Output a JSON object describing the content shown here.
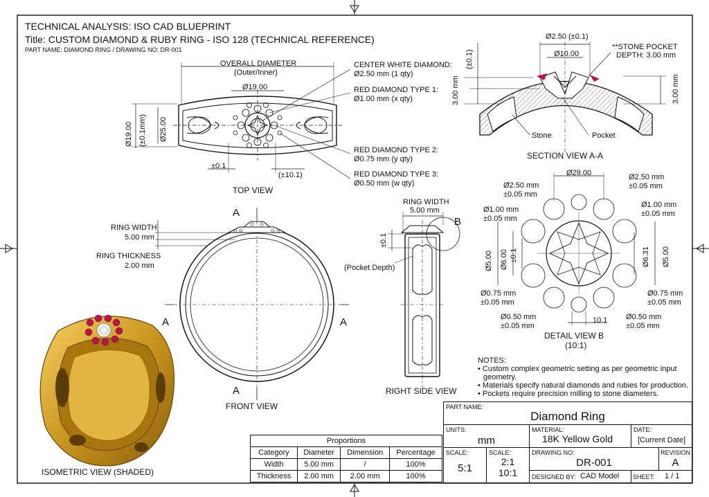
{
  "header": {
    "line1": "TECHNICAL ANALYSIS: ISO CAD BLUEPRINT",
    "line2": "Title: CUSTOM DIAMOND & RUBY RING - ISO 128 (TECHNICAL REFERENCE)",
    "line3": "PART NAME: DIAMOND RING / DRAWING NO: DR-001"
  },
  "top_view": {
    "caption": "TOP VIEW",
    "overall_diameter": "OVERALL DIAMETER",
    "outer_inner": "(Outer/Inner)",
    "dia19_top": "Ø19.00",
    "dia19_left": "Ø19.00",
    "tol_left": "(±0.1mm)",
    "dia25": "Ø25.00",
    "tol_01": "±0.1",
    "tol_101": "(±10.1)",
    "callouts": [
      {
        "line1": "CENTER WHITE DIAMOND:",
        "line2": "Ø2.50 mm (1 qty)"
      },
      {
        "line1": "RED DIAMOND TYPE 1:",
        "line2": "Ø1.00 mm (x qty)"
      },
      {
        "line1": "RED DIAMOND TYPE 2:",
        "line2": "Ø0.75 mm (y qty)"
      },
      {
        "line1": "RED DIAMOND TYPE 3:",
        "line2": "Ø0.50 mm (w qty)"
      }
    ]
  },
  "section_view": {
    "caption": "SECTION VIEW A-A",
    "dia250": "Ø2.50 (±0.1)",
    "dia10": "Ø10.00",
    "pocket_note1": "**STONE POCKET",
    "pocket_note2": "DEPTH: 3.00 mm",
    "tol_top": "(±0.1)",
    "h_left": "3.00 mm",
    "h_right": "3.00 mm",
    "stone": "Stone",
    "pocket": "Pocket"
  },
  "front_view": {
    "caption": "FRONT VIEW",
    "ring_width_label": "RING WIDTH",
    "ring_width_value": "5.00 mm",
    "ring_thickness_label": "RING THICKNESS",
    "ring_thickness_value": "2.00 mm",
    "section_letter": "A"
  },
  "side_view": {
    "caption": "RIGHT SIDE VIEW",
    "ring_width_label": "RING WIDTH",
    "ring_width_value": "5.00 mm",
    "tol": "±0.1",
    "pocket_depth": "(Pocket Depth)",
    "detail_letter": "B"
  },
  "detail_view": {
    "caption1": "DETAIL VIEW B",
    "caption2": "(10:1)",
    "dia29": "Ø29.00",
    "dims": [
      {
        "a": "Ø2.50 mm",
        "b": "±0.05 mm"
      },
      {
        "a": "Ø2.50 mm",
        "b": "±0.05 mm"
      },
      {
        "a": "Ø1.00 mm",
        "b": "±0.05 mm"
      },
      {
        "a": "Ø1.00 mm",
        "b": "±0.05 mm"
      },
      {
        "a": "Ø0.75 mm",
        "b": "±0.05 mm"
      },
      {
        "a": "Ø0.75 mm",
        "b": "±0.05 mm"
      },
      {
        "a": "Ø0.50 mm",
        "b": "±0.05 mm"
      },
      {
        "a": "Ø0.50 mm",
        "b": "±0.05 mm"
      }
    ],
    "v500l": "Ø5.00",
    "v600": "Ø6.00",
    "v01": "±0.1",
    "v631": "Ø6.31",
    "v500r": "Ø5.00",
    "v101": "10.1"
  },
  "isometric": {
    "caption": "ISOMETRIC VIEW (SHADED)"
  },
  "notes": {
    "title": "NOTES:",
    "items": [
      "Custom complex geometric setting as per geometric input",
      "geometry.",
      "Materials specify natural diamonds and rubies for production.",
      "Pockets require precision milling to stone diameters."
    ]
  },
  "proportions": {
    "title": "Proportions",
    "headers": [
      "Category",
      "Diameter",
      "Dimension",
      "Percentage"
    ],
    "rows": [
      [
        "Width",
        "5.00 mm",
        "/",
        "100%"
      ],
      [
        "Thickness",
        "2.00 mm",
        "2.00 mm",
        "100%"
      ]
    ]
  },
  "title_block": {
    "part_name_label": "PART NAME:",
    "part_name": "Diamond Ring",
    "units_label": "UNITS:",
    "units": "mm",
    "material_label": "MATERIAL:",
    "material": "18K Yellow Gold",
    "date_label": "DATE:",
    "date": "[Current Date]",
    "scale_label": "SCALE:",
    "scale": "5:1",
    "scale2_label": "SCALE:",
    "scale2a": "2:1",
    "scale2b": "10:1",
    "drawing_no_label": "DRAWING NO:",
    "drawing_no": "DR-001",
    "revision_label": "REVISION",
    "revision": "A",
    "designed_by_label": "DESIGNED BY:",
    "designed_by": "CAD Model",
    "sheet_label": "SHEET:",
    "sheet": "1 / 1"
  },
  "colors": {
    "gold": "#c8961e",
    "ruby": "#b8154a",
    "line": "#111111",
    "section_fill": "#f0dede"
  }
}
